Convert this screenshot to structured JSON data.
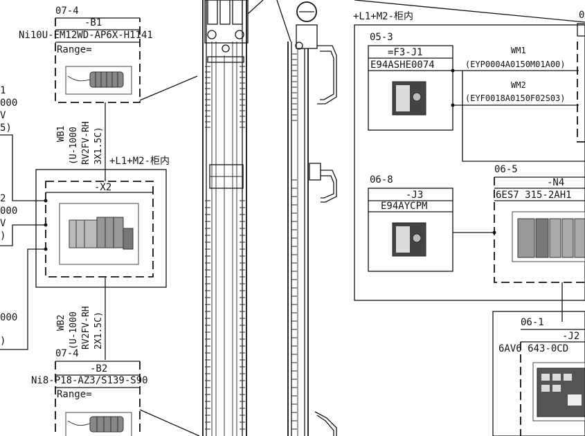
{
  "blocks": {
    "b1": {
      "page": "07-4",
      "tag": "-B1",
      "part": "Ni10U-EM12WD-AP6X-H1141",
      "range_label": "Range="
    },
    "b2": {
      "page": "07-4",
      "tag": "-B2",
      "part": "Ni8-P18-AZ3/S139-S90",
      "range_label": "Range="
    },
    "x2": {
      "tag": "-X2"
    },
    "j1": {
      "page": "05-3",
      "tag": "=F3-J1",
      "part": "E94ASHE0074"
    },
    "j3": {
      "page": "06-8",
      "tag": "-J3",
      "part": "E94AYCPM"
    },
    "n4": {
      "page": "06-5",
      "tag": "-N4",
      "part": "6ES7 315-2AH1"
    },
    "j2": {
      "page": "06-1",
      "tag": "-J2",
      "part": "6AV6 643-0CD"
    }
  },
  "cables": {
    "wb1": {
      "id": "WB1",
      "spec1": "(U-1000",
      "spec2": "RV2FV-RH",
      "spec3": "3X1.5C)"
    },
    "wb2": {
      "id": "WB2",
      "spec1": "(U-1000",
      "spec2": "RV2FV-RH",
      "spec3": "2X1.5C)"
    },
    "wm1": {
      "id": "WM1",
      "spec": "(EYP0004A0150M01A00)"
    },
    "wm2": {
      "id": "WM2",
      "spec": "(EYF0018A0150F02S03)"
    }
  },
  "locations": {
    "cabinet_left": "+L1+M2-柜内",
    "cabinet_right": "+L1+M2-柜内",
    "top_right_ref": "0"
  },
  "left_edge_fragments": [
    "1",
    "000",
    "V",
    "5)",
    "2",
    "000",
    "V",
    ")",
    "000",
    ")"
  ]
}
